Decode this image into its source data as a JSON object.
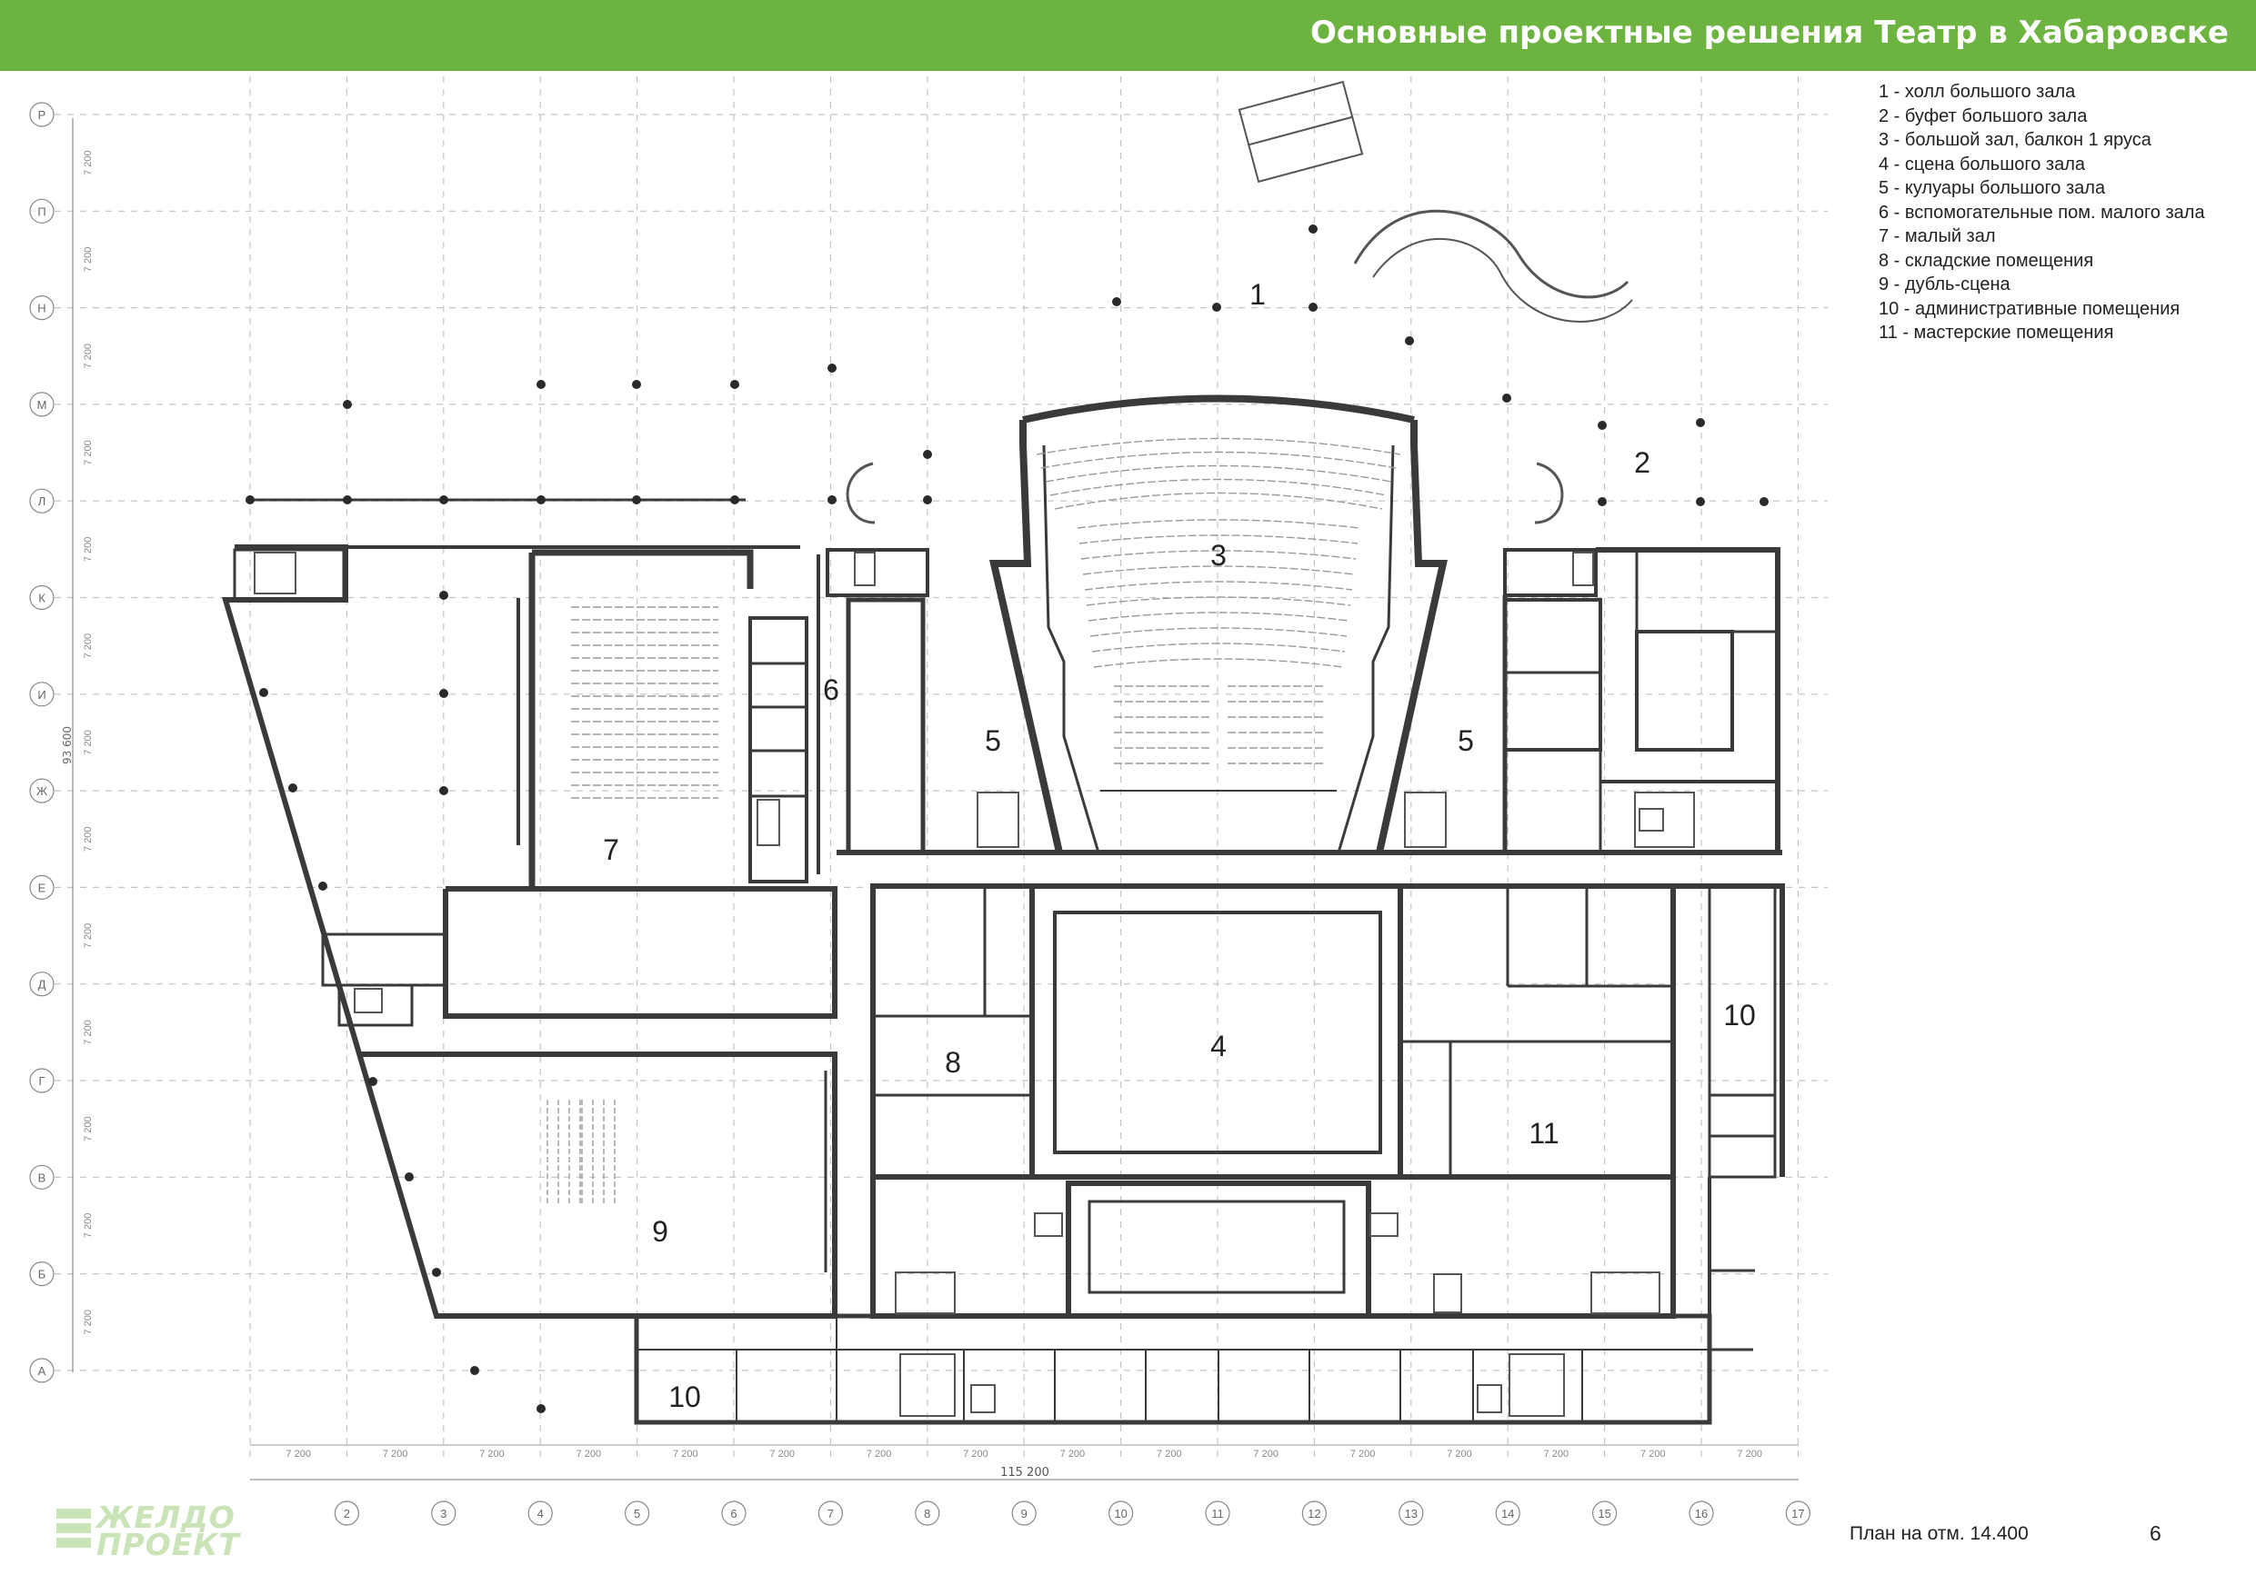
{
  "header": {
    "title": "Основные проектные решения Театр в Хабаровске"
  },
  "legend": [
    "1 - холл большого зала",
    "2 - буфет большого зала",
    "3 - большой зал, балкон 1 яруса",
    "4 - сцена большого зала",
    "5 - кулуары большого зала",
    "6 - вспомогательные пом. малого зала",
    "7 - малый зал",
    "8 - складские помещения",
    "9 - дубль-сцена",
    "10 - административные помещения",
    "11 - мастерские помещения"
  ],
  "axes": {
    "columns": [
      "2",
      "3",
      "4",
      "5",
      "6",
      "7",
      "8",
      "9",
      "10",
      "11",
      "12",
      "13",
      "14",
      "15",
      "16",
      "17"
    ],
    "rows": [
      "Р",
      "П",
      "Н",
      "М",
      "Л",
      "К",
      "И",
      "Ж",
      "Е",
      "Д",
      "Г",
      "В",
      "Б",
      "А"
    ],
    "bay_dim": "7 200",
    "total_width": "115 200",
    "total_height": "93 600"
  },
  "rooms": {
    "r1": "1",
    "r2": "2",
    "r3": "3",
    "r4": "4",
    "r5a": "5",
    "r5b": "5",
    "r6": "6",
    "r7": "7",
    "r8": "8",
    "r9": "9",
    "r10a": "10",
    "r10b": "10",
    "r11": "11"
  },
  "footer": {
    "caption": "План на отм. 14.400",
    "page": "6"
  },
  "logo": {
    "line1": "ЖЕЛДО",
    "line2": "ПРОЕКТ"
  },
  "colors": {
    "banner": "#6cb33f",
    "walls": "#3a3a3a",
    "grid": "#bdbdbd"
  }
}
